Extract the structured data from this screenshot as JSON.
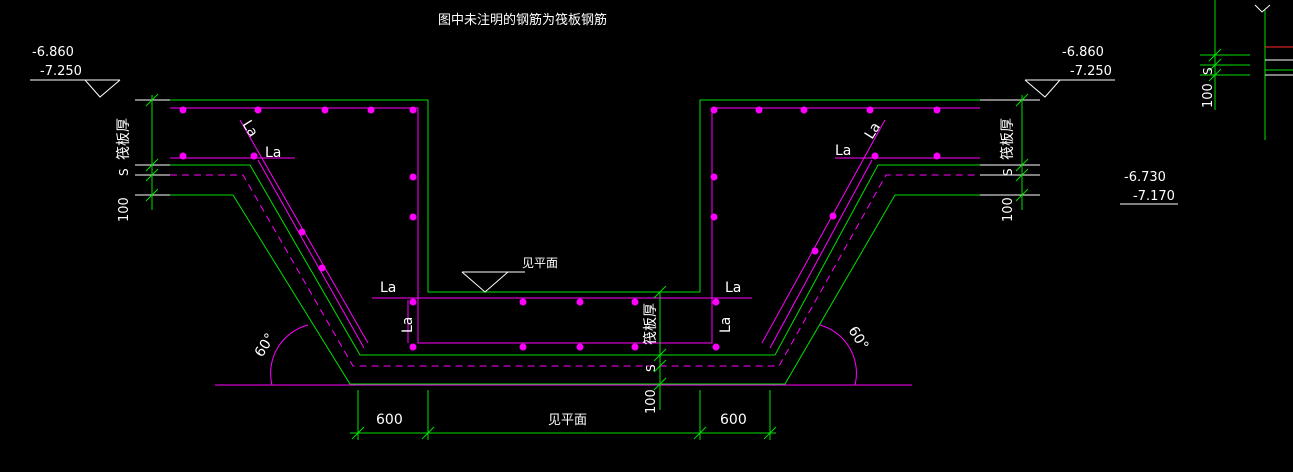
{
  "drawing": {
    "note": "图中未注明的钢筋为筏板钢筋",
    "elevations": {
      "left_top": "-6.860",
      "left_bottom": "-7.250",
      "right_top": "-6.860",
      "right_bottom": "-7.250",
      "mid_right_top": "-6.730",
      "mid_right_bottom": "-7.170"
    },
    "labels": {
      "anchorage": "La",
      "raft_thickness": "筏板厚",
      "see_plan": "见平面",
      "cover": "S",
      "cushion": "100",
      "angle": "60°",
      "width_left": "600",
      "width_right": "600"
    },
    "colors": {
      "background": "#000000",
      "linework": "#ffffff",
      "concrete_outline": "#00e000",
      "rebar": "#ff00ff",
      "highlight": "#ff2a2a"
    }
  }
}
